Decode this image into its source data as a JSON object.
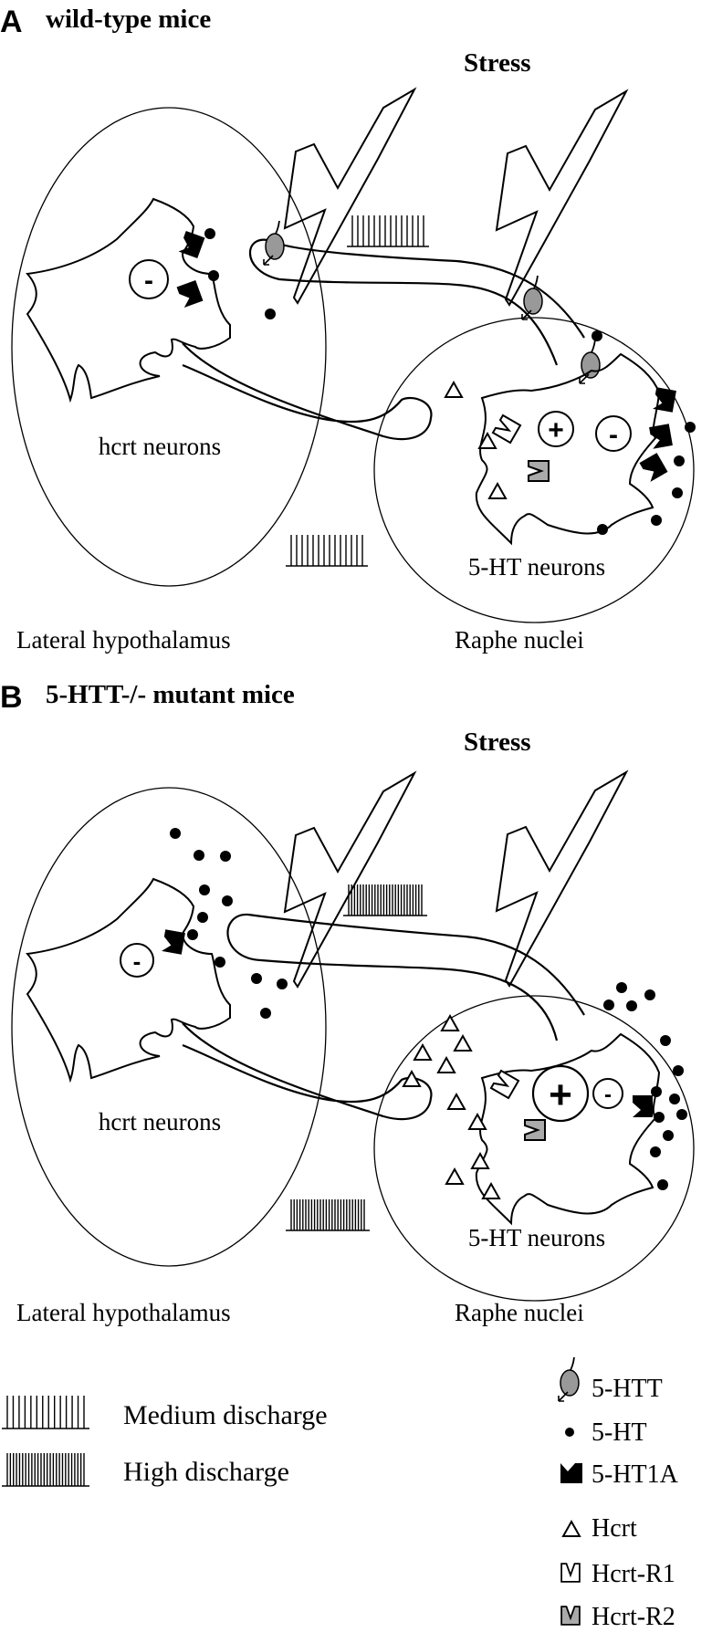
{
  "panel_a": {
    "letter": "A",
    "title": "wild-type mice",
    "stress": "Stress",
    "left_cell_label": "hcrt neurons",
    "right_cell_label": "5-HT neurons",
    "left_region": "Lateral hypothalamus",
    "right_region": "Raphe nuclei",
    "minus_left": "-",
    "plus_right": "+",
    "minus_right": "-"
  },
  "panel_b": {
    "letter": "B",
    "title": "5-HTT-/- mutant mice",
    "stress": "Stress",
    "left_cell_label": "hcrt neurons",
    "right_cell_label": "5-HT neurons",
    "left_region": "Lateral hypothalamus",
    "right_region": "Raphe nuclei",
    "minus_left": "-",
    "plus_right": "+",
    "minus_right": "-"
  },
  "legend": {
    "medium_discharge": "Medium discharge",
    "high_discharge": "High discharge",
    "htt": "5-HTT",
    "ht": "5-HT",
    "ht1a": "5-HT1A",
    "hcrt": "Hcrt",
    "hcrt_r1": "Hcrt-R1",
    "hcrt_r2": "Hcrt-R2"
  },
  "colors": {
    "ink": "#000000",
    "transporter_fill": "#999999",
    "receptor_r2_fill": "#aaaaaa"
  }
}
